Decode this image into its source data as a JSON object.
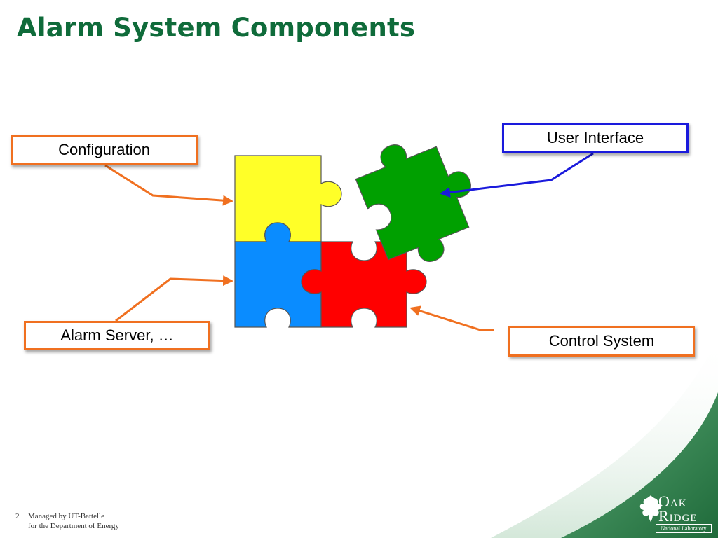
{
  "slide": {
    "title": "Alarm System Components",
    "page_number": "2"
  },
  "labels": {
    "configuration": "Configuration",
    "user_interface": "User Interface",
    "alarm_server": "Alarm Server, …",
    "control_system": "Control System"
  },
  "footer": {
    "line1": "Managed by UT-Battelle",
    "line2": "for the Department of Energy"
  },
  "logo": {
    "oak": "Oak",
    "ridge": "Ridge",
    "subtitle": "National Laboratory"
  },
  "colors": {
    "title": "#0f6b3a",
    "piece_configuration": "#ffff28",
    "piece_user_interface": "#00a000",
    "piece_alarm_server": "#0a8cff",
    "piece_control_system": "#ff0000",
    "connector_orange": "#f07020",
    "connector_blue": "#1a1adc",
    "corner_green": "#2f7d4a"
  }
}
